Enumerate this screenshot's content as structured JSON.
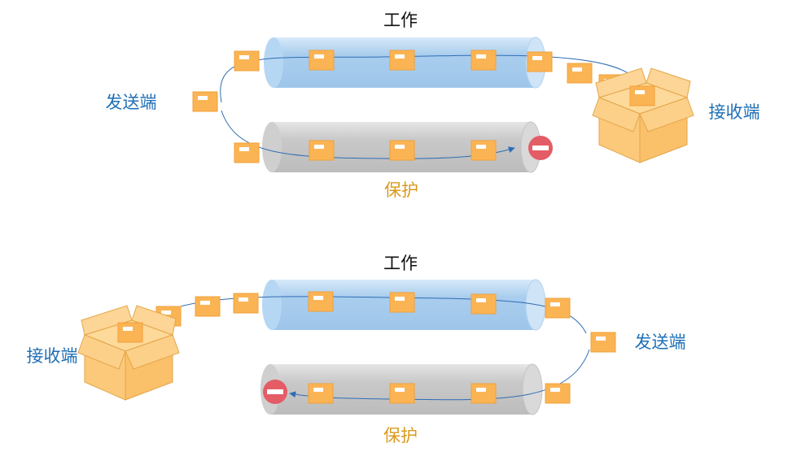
{
  "top": {
    "work_label": "工作",
    "protect_label": "保护",
    "sender_label": "发送端",
    "receiver_label": "接收端"
  },
  "bottom": {
    "work_label": "工作",
    "protect_label": "保护",
    "sender_label": "发送端",
    "receiver_label": "接收端"
  },
  "colors": {
    "work_pipe": "#a9cdee",
    "protect_pipe": "#c8c8c8",
    "packet": "#fbb454",
    "box": "#fcca7c",
    "blocked": "#e45c66",
    "arrow": "#2f6db5",
    "label_blue": "#1f6fb5",
    "label_gold": "#d99a1e"
  },
  "icons": [
    "packet-icon",
    "box-icon",
    "blocked-icon"
  ]
}
